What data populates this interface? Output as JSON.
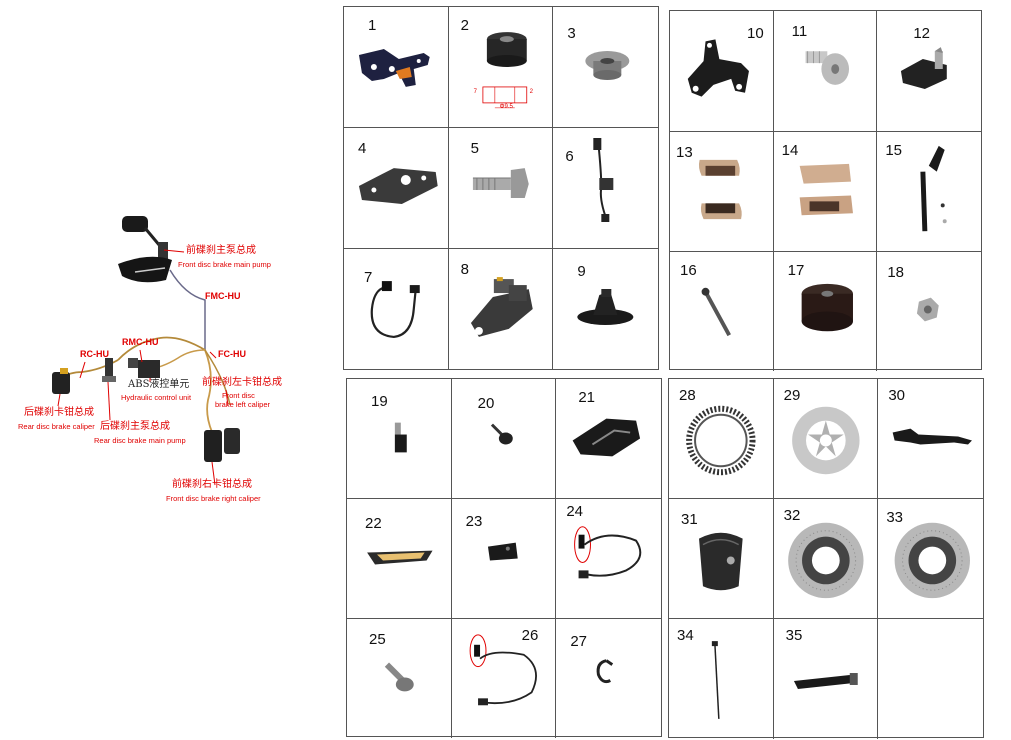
{
  "diagram": {
    "labels": {
      "fmp_cn": "前碟刹主泵总成",
      "fmp_en": "Front disc brake main pump",
      "fmc_hu": "FMC-HU",
      "rc_hu": "RC-HU",
      "rmc_hu": "RMC-HU",
      "fc_hu": "FC-HU",
      "abs_cn": "ABS液控单元",
      "abs_en": "Hydraulic control unit",
      "flc_cn": "前碟刹左卡钳总成",
      "flc_en1": "Front disc",
      "flc_en2": "brake left caliper",
      "rc_cn": "后碟刹卡钳总成",
      "rc_en": "Rear disc brake caliper",
      "rmp_cn": "后碟刹主泵总成",
      "rmp_en": "Rear disc brake main pump",
      "frc_cn": "前碟刹右卡钳总成",
      "frc_en": "Front disc brake right caliper"
    }
  },
  "part2_dims": {
    "d1": "Φ9.5",
    "d2": "7",
    "d3": "2"
  },
  "grids": [
    {
      "parts": [
        "1",
        "2",
        "3",
        "4",
        "5",
        "6",
        "7",
        "8",
        "9"
      ]
    },
    {
      "parts": [
        "10",
        "11",
        "12",
        "13",
        "14",
        "15",
        "16",
        "17",
        "18"
      ]
    },
    {
      "parts": [
        "19",
        "20",
        "21",
        "22",
        "23",
        "24",
        "25",
        "26",
        "27"
      ]
    },
    {
      "parts": [
        "28",
        "29",
        "30",
        "31",
        "32",
        "33",
        "34",
        "35",
        ""
      ]
    }
  ]
}
